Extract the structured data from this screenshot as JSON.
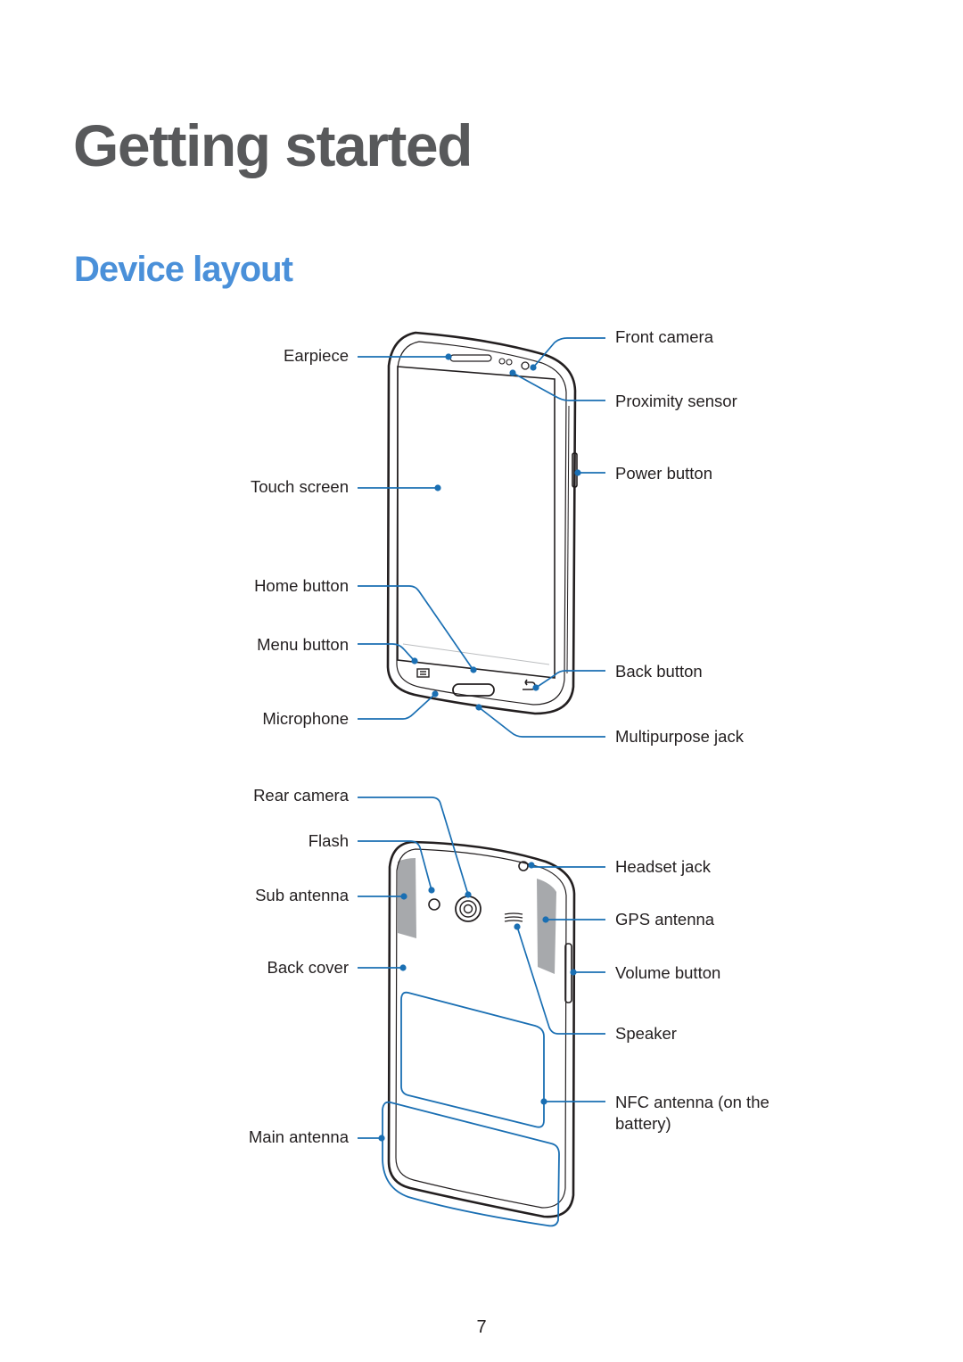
{
  "page": {
    "chapter_title": "Getting started",
    "section_title": "Device layout",
    "page_number": "7"
  },
  "colors": {
    "chapter": "#58595b",
    "section": "#4a90d9",
    "callout": "#1a6fb3",
    "outline": "#231f20",
    "antenna_fill": "#a7a9ac"
  },
  "front_view": {
    "left_labels": {
      "earpiece": "Earpiece",
      "touch_screen": "Touch screen",
      "home_button": "Home button",
      "menu_button": "Menu button",
      "microphone": "Microphone"
    },
    "right_labels": {
      "front_camera": "Front camera",
      "proximity_sensor": "Proximity sensor",
      "power_button": "Power button",
      "back_button": "Back button",
      "multipurpose_jack": "Multipurpose jack"
    }
  },
  "rear_view": {
    "left_labels": {
      "rear_camera": "Rear camera",
      "flash": "Flash",
      "sub_antenna": "Sub antenna",
      "back_cover": "Back cover",
      "main_antenna": "Main antenna"
    },
    "right_labels": {
      "headset_jack": "Headset jack",
      "gps_antenna": "GPS antenna",
      "volume_button": "Volume button",
      "speaker": "Speaker",
      "nfc_antenna": "NFC antenna (on the battery)"
    }
  }
}
